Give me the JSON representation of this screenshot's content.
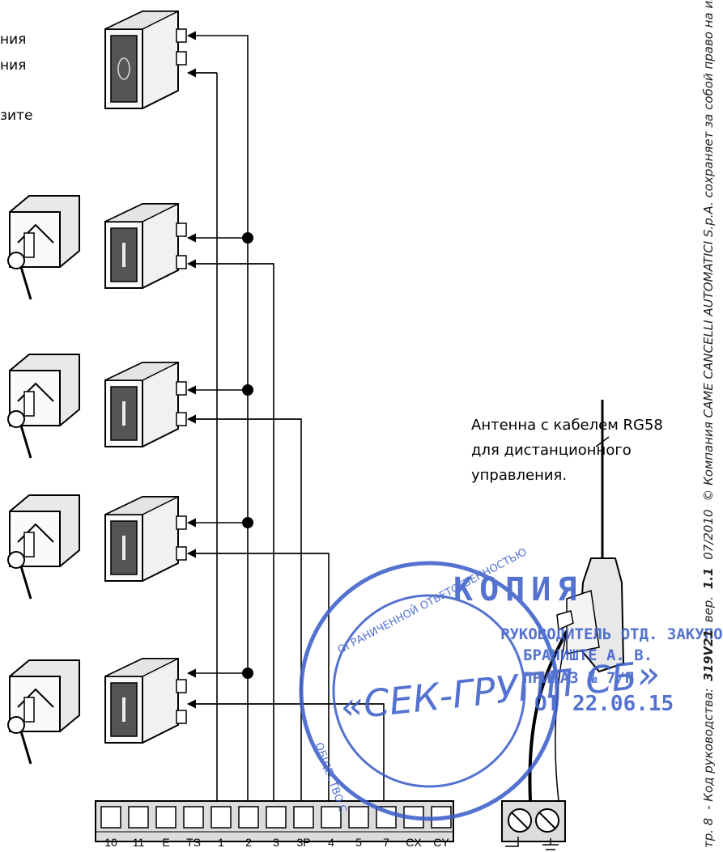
{
  "intro": {
    "line1": "ния",
    "line2": "ния",
    "line3": "зите"
  },
  "antenna": {
    "line1": "Антенна с кабелем RG58",
    "line2": "для дистанционного",
    "line3": "управления."
  },
  "terminals": [
    "10",
    "11",
    "E",
    "TS",
    "1",
    "2",
    "3",
    "3P",
    "4",
    "5",
    "7",
    "CX",
    "CY"
  ],
  "footer": {
    "page": "тр. 8",
    "code_label": "- Код руководства:",
    "code": "319V21",
    "ver_label": "вер.",
    "ver": "1.1",
    "date": "07/2010",
    "copyright": "© Компания CAME CANCELLI AUTOMATICI S.p.A. сохраняет за собой право на измене"
  },
  "stamp": {
    "title": "КОПИЯ",
    "center": "«СЕК-ГРУПП СБ»",
    "ring_top": "ОГРАНИЧЕННОЙ ОТВЕТСТВЕННОСТЬЮ",
    "ring_bottom": "ОБЩЕСТВО С",
    "l1": "РУКОВОДИТЕЛЬ ОТД. ЗАКУПОК",
    "l2": "БРАНИШТЕ А. В.",
    "l3": "ПРИКАЗ № 7/П",
    "l4": "ОТ 22.06.15"
  },
  "colors": {
    "line": "#000000",
    "button_face": "#555555",
    "stamp": "#3d5fc9"
  }
}
